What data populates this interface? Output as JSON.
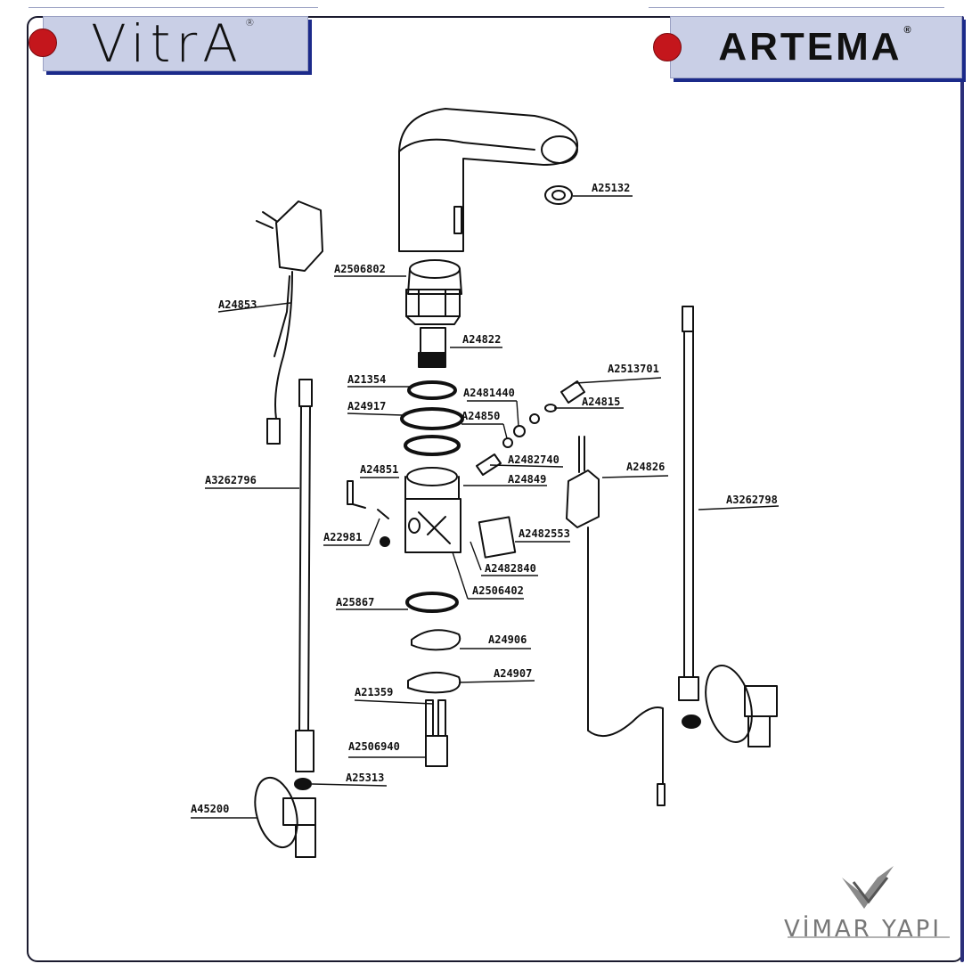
{
  "brands": {
    "left": {
      "name": "VitrA",
      "mark": "®"
    },
    "right": {
      "name": "ARTEMA",
      "mark": "®"
    }
  },
  "watermark": {
    "text": "VİMAR YAPI"
  },
  "colors": {
    "accent_red": "#c4161c",
    "brand_blue": "#1b2a8a",
    "box_fill": "#c9cfe6"
  },
  "parts": [
    {
      "id": "A25132"
    },
    {
      "id": "A2506802"
    },
    {
      "id": "A24853"
    },
    {
      "id": "A24822"
    },
    {
      "id": "A2513701"
    },
    {
      "id": "A21354"
    },
    {
      "id": "A2481440"
    },
    {
      "id": "A24815"
    },
    {
      "id": "A24917"
    },
    {
      "id": "A24850"
    },
    {
      "id": "A2482740"
    },
    {
      "id": "A24851"
    },
    {
      "id": "A24849"
    },
    {
      "id": "A24826"
    },
    {
      "id": "A3262796"
    },
    {
      "id": "A3262798"
    },
    {
      "id": "A22981"
    },
    {
      "id": "A2482553"
    },
    {
      "id": "A2482840"
    },
    {
      "id": "A2506402"
    },
    {
      "id": "A25867"
    },
    {
      "id": "A24906"
    },
    {
      "id": "A24907"
    },
    {
      "id": "A21359"
    },
    {
      "id": "A2506940"
    },
    {
      "id": "A25313"
    },
    {
      "id": "A45200"
    }
  ]
}
